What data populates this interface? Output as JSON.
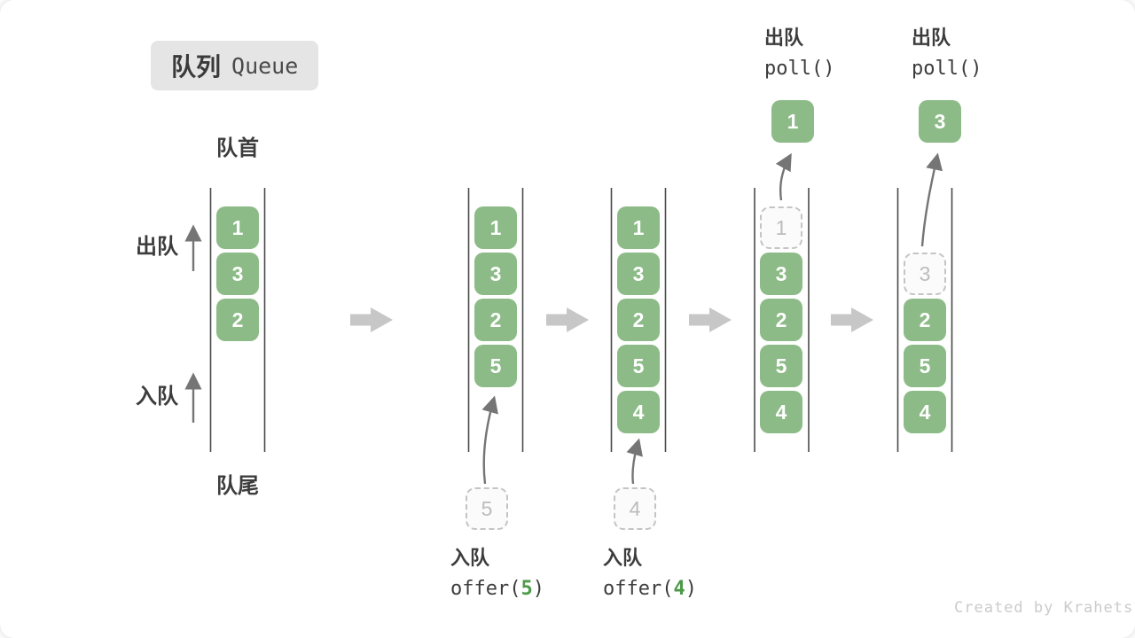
{
  "title": {
    "zh": "队列",
    "en": "Queue"
  },
  "labels": {
    "front": "队首",
    "rear": "队尾",
    "dequeue_side": "出队",
    "enqueue_side": "入队"
  },
  "watermark": "Created by Krahets",
  "colors": {
    "box_green": "#8CBB87",
    "code_green": "#4C9A48",
    "block_arrow_gray": "#C7C7C7",
    "channel_line": "#4A4A4A",
    "thin_arrow": "#757575",
    "badge_bg": "#E5E5E5",
    "text_dark": "#3C3C3C",
    "ghost_gray": "#C4C4C4"
  },
  "stages": [
    {
      "slots": [
        "1",
        "3",
        "2"
      ]
    },
    {
      "slots": [
        "1",
        "3",
        "2",
        "5"
      ],
      "pending": "5",
      "op": {
        "zh": "入队",
        "pre": "offer(",
        "arg": "5",
        "post": ")"
      }
    },
    {
      "slots": [
        "1",
        "3",
        "2",
        "5",
        "4"
      ],
      "pending": "4",
      "op": {
        "zh": "入队",
        "pre": "offer(",
        "arg": "4",
        "post": ")"
      }
    },
    {
      "ghost": "1",
      "slots": [
        "3",
        "2",
        "5",
        "4"
      ],
      "popped": "1",
      "op": {
        "zh": "出队",
        "code": "poll()"
      }
    },
    {
      "ghost": "3",
      "slots": [
        "2",
        "5",
        "4"
      ],
      "popped": "3",
      "op": {
        "zh": "出队",
        "code": "poll()"
      }
    }
  ]
}
